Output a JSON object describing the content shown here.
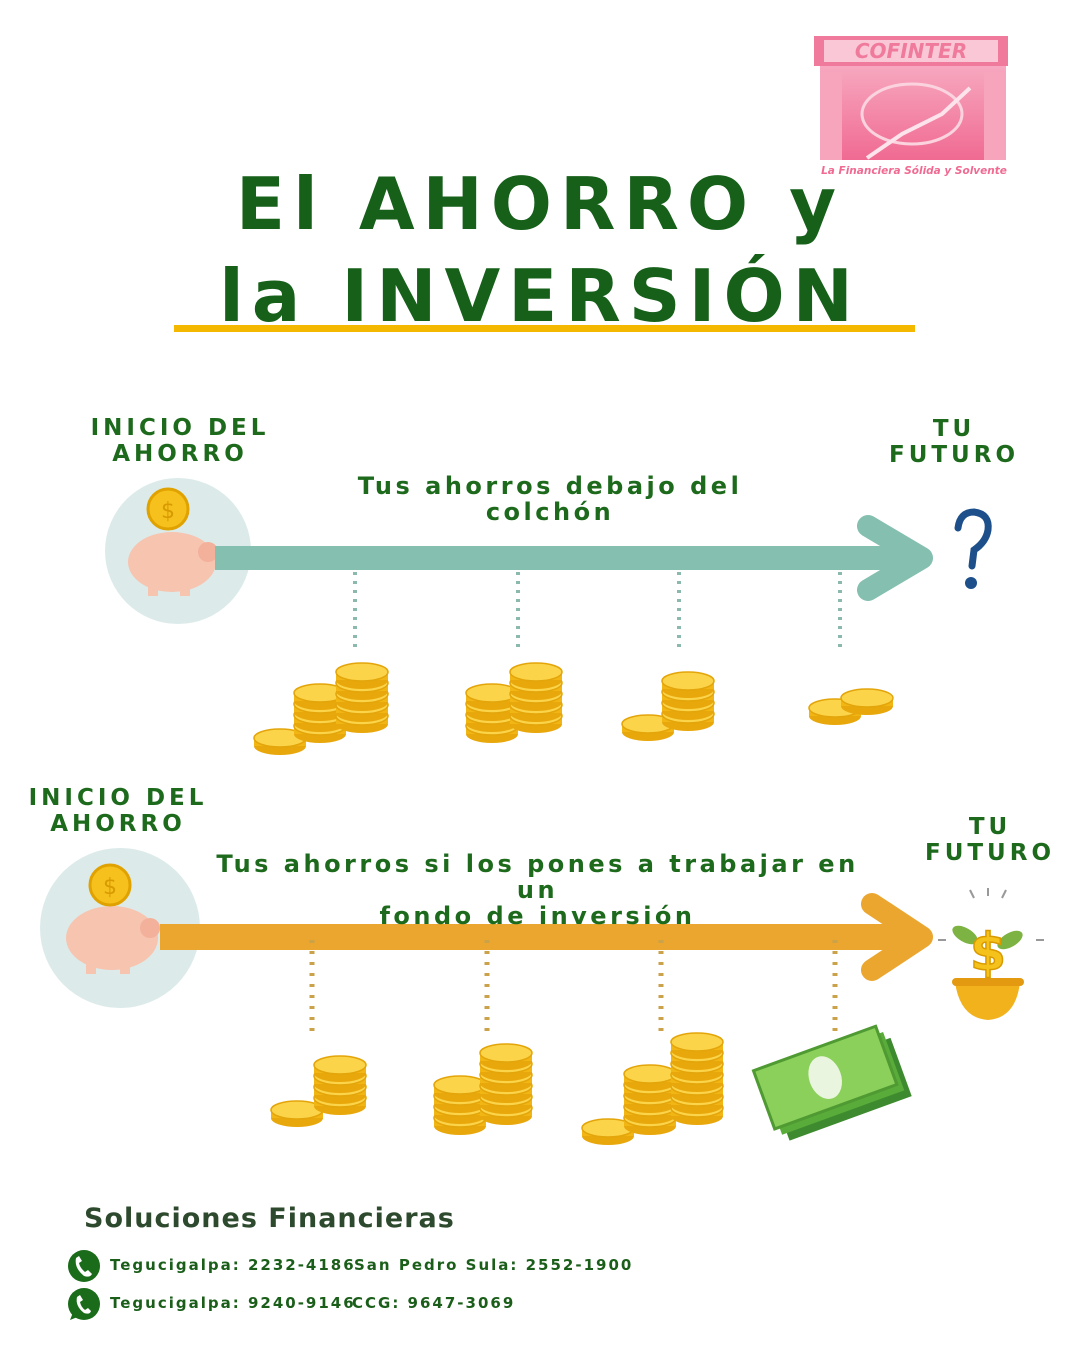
{
  "logo": {
    "brand": "COFINTER",
    "tagline": "La Financiera Sólida y Solvente"
  },
  "title": {
    "line1": "El AHORRO y",
    "line2": "la INVERSIÓN"
  },
  "colors": {
    "green": "#16601a",
    "yellow": "#f5b800",
    "teal": "#84bfb0",
    "orange": "#eba630",
    "pink": "#f07a9c"
  },
  "section1": {
    "start_label_1": "INICIO DEL",
    "start_label_2": "AHORRO",
    "end_label_1": "TU",
    "end_label_2": "FUTURO",
    "caption": "Tus ahorros debajo del colchón",
    "end_icon": "question-mark-icon"
  },
  "section2": {
    "start_label_1": "INICIO DEL",
    "start_label_2": "AHORRO",
    "end_label_1": "TU",
    "end_label_2": "FUTURO",
    "caption_1": "Tus ahorros si los pones a trabajar en un",
    "caption_2": "fondo de inversión",
    "end_icon": "money-plant-icon"
  },
  "footer": {
    "title": "Soluciones Financieras",
    "phone1": "Tegucigalpa:  2232-4186",
    "phone2": "San Pedro Sula: 2552-1900",
    "whatsapp1": "Tegucigalpa:  9240-9146",
    "whatsapp2": "CCG: 9647-3069"
  }
}
